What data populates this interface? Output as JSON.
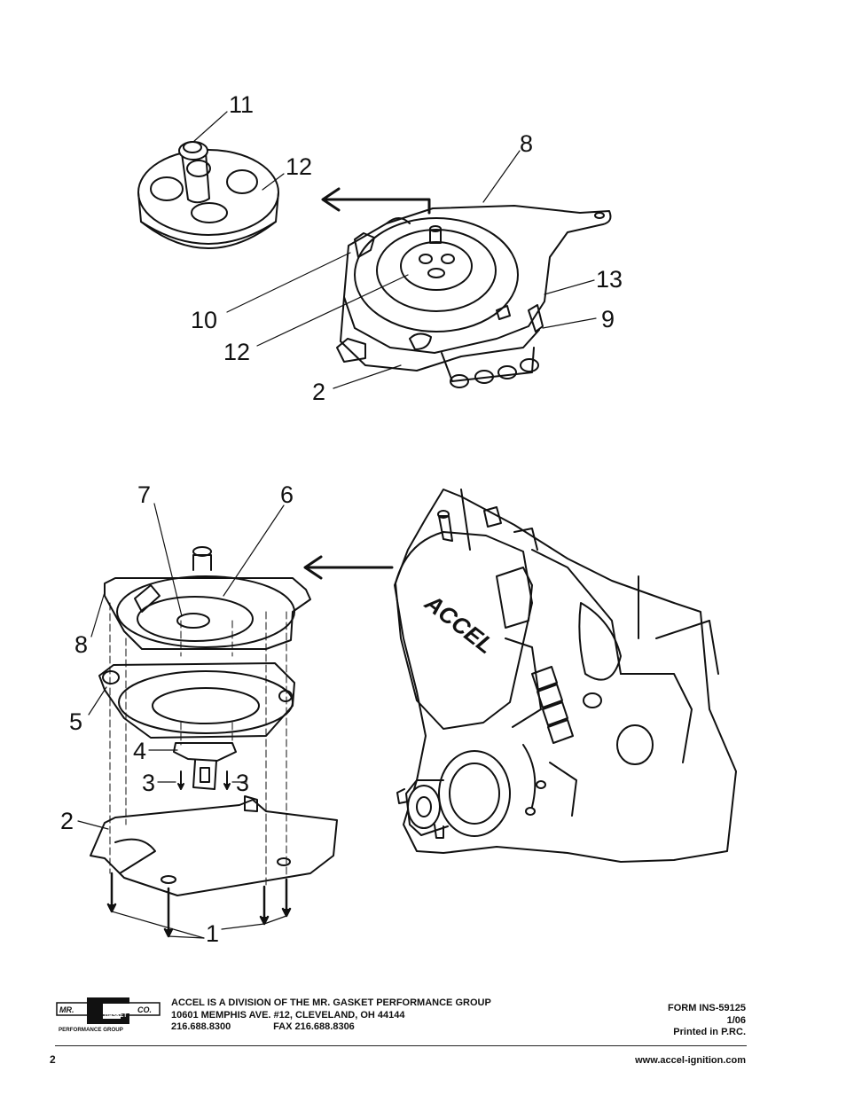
{
  "callouts": {
    "top": {
      "c11": "11",
      "c12a": "12",
      "c8": "8",
      "c13": "13",
      "c9": "9",
      "c10": "10",
      "c12b": "12",
      "c2": "2"
    },
    "bottom": {
      "c7": "7",
      "c6": "6",
      "c8": "8",
      "c5": "5",
      "c4": "4",
      "c3a": "3",
      "c3b": "3",
      "c2": "2",
      "c1": "1"
    }
  },
  "engine_cover_brand": "ACCEL",
  "logo": {
    "mr": "MR.",
    "gasket": "GASKET",
    "co": "CO.",
    "group": "PERFORMANCE GROUP"
  },
  "footer": {
    "line1": "ACCEL IS A DIVISION OF THE MR. GASKET PERFORMANCE GROUP",
    "line2": "10601 MEMPHIS AVE. #12, CLEVELAND, OH 44144",
    "phone": "216.688.8300",
    "fax": "FAX 216.688.8306",
    "form": "FORM INS-59125",
    "date": "1/06",
    "printed": "Printed in P.RC.",
    "page_number": "2",
    "website": "www.accel-ignition.com"
  },
  "colors": {
    "ink": "#111111",
    "paper": "#ffffff"
  }
}
